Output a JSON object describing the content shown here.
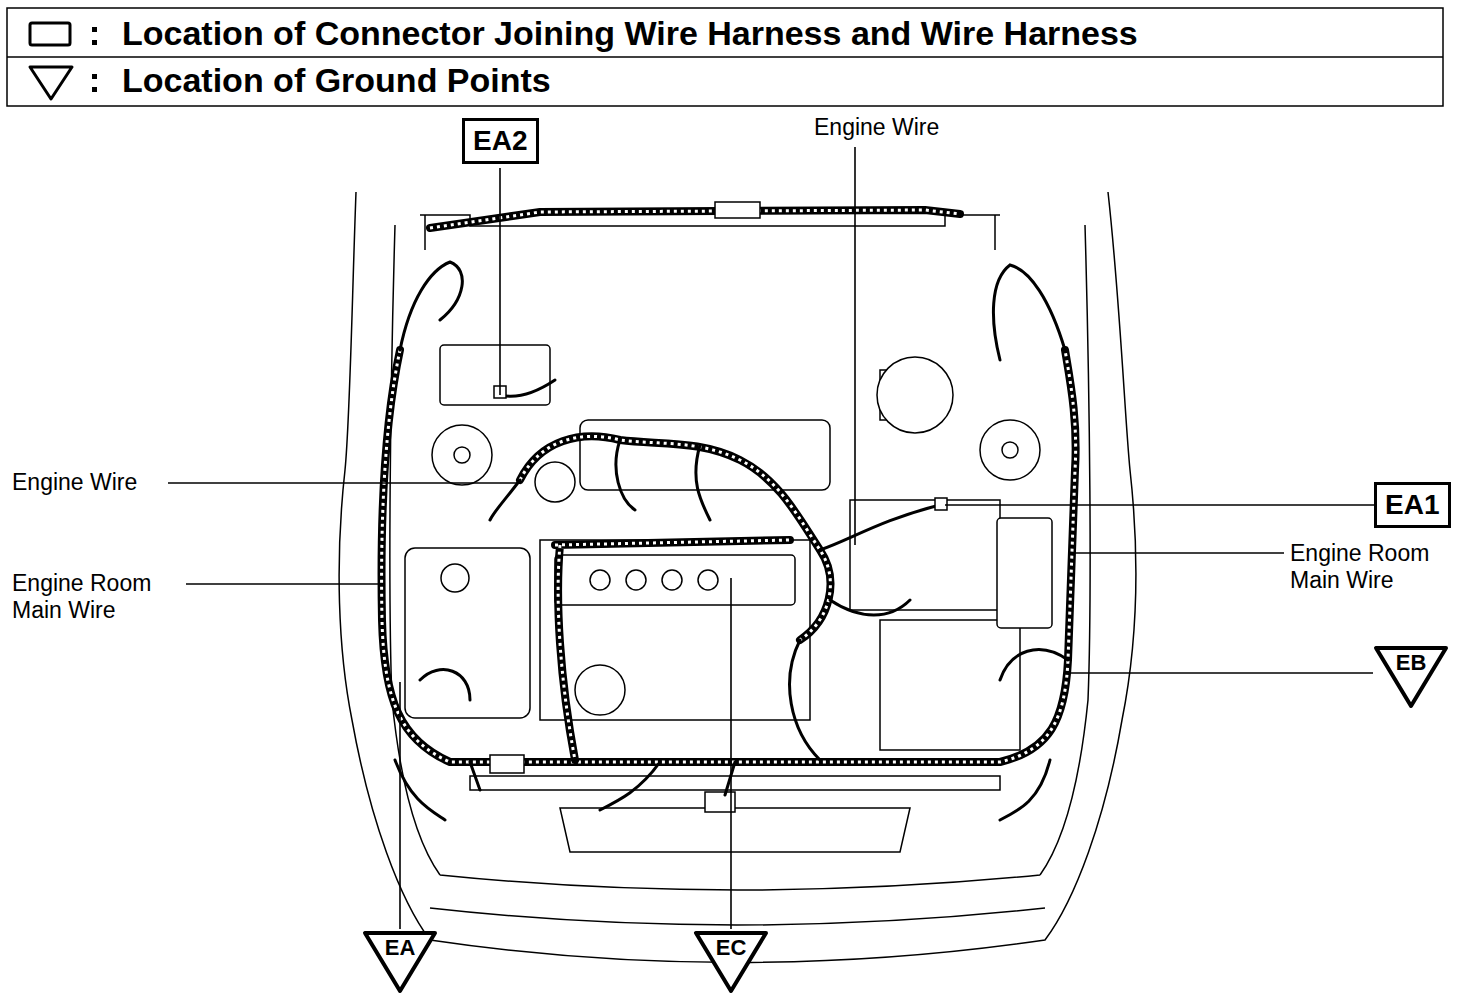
{
  "diagram": {
    "nodes": [
      {
        "text": [
          "EA2"
        ]
      },
      {
        "text": [
          "EA1"
        ]
      },
      {
        "text": [
          "EB"
        ]
      },
      {
        "text": [
          "EA"
        ]
      },
      {
        "text": [
          "EC"
        ]
      }
    ],
    "labels": [
      "Engine Wire",
      "Engine Wire",
      "Engine Room Main Wire",
      "Engine Room Main Wire"
    ],
    "legend": [
      {
        "text": "Location of Connector Joining Wire Harness and Wire Harness"
      },
      {
        "text": "Location of Ground Points"
      }
    ]
  }
}
